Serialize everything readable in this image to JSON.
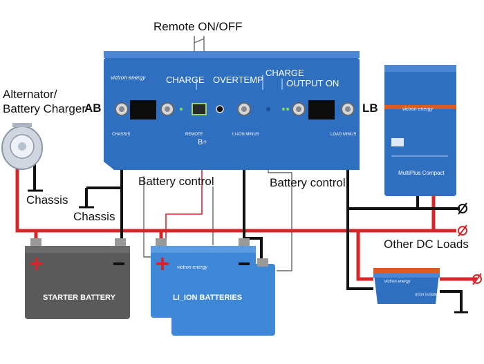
{
  "labels": {
    "remote": "Remote ON/OFF",
    "alternator_line1": "Alternator/",
    "alternator_line2": "Battery Charger",
    "ab": "AB",
    "lb": "LB",
    "chassis_left": "Chassis",
    "chassis_center": "Chassis",
    "battery_control_left": "Battery control",
    "battery_control_right": "Battery control",
    "other_dc_loads": "Other DC Loads",
    "starter_battery": "STARTER BATTERY",
    "li_ion_batteries": "LI_ION BATTERIES"
  },
  "device": {
    "brand": "victron energy",
    "charge_left": "CHARGE",
    "overtemp": "OVERTEMP",
    "charge_right": "CHARGE",
    "output_on": "OUTPUT ON",
    "chassis": "CHASSIS",
    "remote": "REMOTE",
    "li_ion_minus": "LI-ION MINUS",
    "load_minus": "LOAD MINUS",
    "b_plus": "B+"
  },
  "inverter": {
    "brand": "victron energy",
    "model": "MultiPlus Compact"
  },
  "dcdc": {
    "brand": "victron energy",
    "tag": "orion isolated"
  },
  "colors": {
    "device_blue": "#2f6fc0",
    "battery_blue": "#3e86d6",
    "starter_gray": "#5a5a5a",
    "positive_wire": "#d7262a",
    "negative_wire": "#111111",
    "control_wire": "#555555"
  }
}
